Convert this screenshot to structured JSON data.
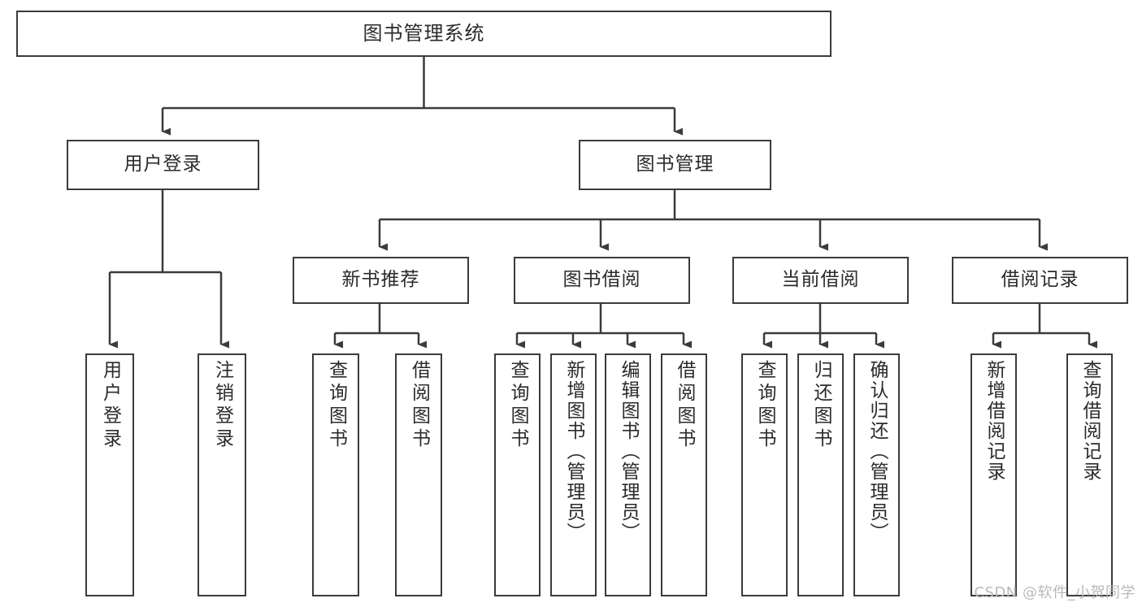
{
  "diagram": {
    "title": "图书管理系统",
    "type": "tree",
    "watermark": "CSDN @软件_小贺同学",
    "colors": {
      "box_stroke": "#3b3b3b",
      "box_fill": "#ffffff",
      "text": "#2b2b2b",
      "edge": "#3b3b3b",
      "watermark": "#b9b9b9",
      "background": "#ffffff"
    },
    "nodes": {
      "root": {
        "label": "图书管理系统"
      },
      "level2": [
        {
          "label": "用户登录"
        },
        {
          "label": "图书管理"
        }
      ],
      "level3": [
        {
          "label": "新书推荐"
        },
        {
          "label": "图书借阅"
        },
        {
          "label": "当前借阅"
        },
        {
          "label": "借阅记录"
        }
      ],
      "leaves_user_login": [
        {
          "label": "用户登录"
        },
        {
          "label": "注销登录"
        }
      ],
      "leaves_new_book": [
        {
          "label": "查询图书"
        },
        {
          "label": "借阅图书"
        }
      ],
      "leaves_borrow": [
        {
          "label": "查询图书"
        },
        {
          "label": "新增图书（管理员）"
        },
        {
          "label": "编辑图书（管理员）"
        },
        {
          "label": "借阅图书"
        }
      ],
      "leaves_current": [
        {
          "label": "查询图书"
        },
        {
          "label": "归还图书"
        },
        {
          "label": "确认归还（管理员）"
        }
      ],
      "leaves_record": [
        {
          "label": "新增借阅记录"
        },
        {
          "label": "查询借阅记录"
        }
      ]
    }
  }
}
